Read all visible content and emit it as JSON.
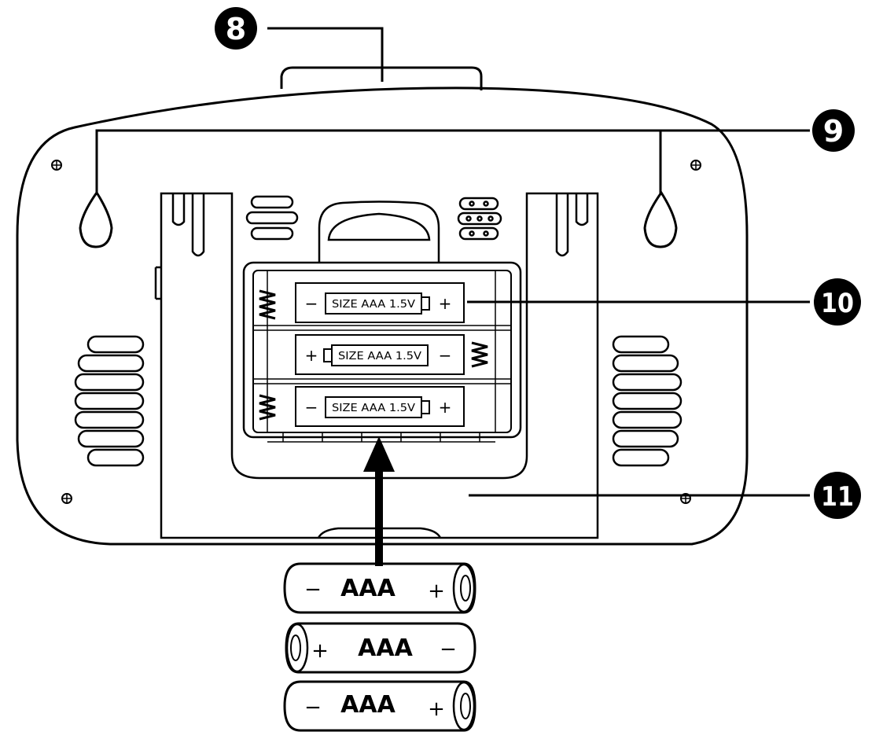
{
  "callouts": [
    {
      "id": "c8",
      "number": "8"
    },
    {
      "id": "c9",
      "number": "9"
    },
    {
      "id": "c10",
      "number": "10"
    },
    {
      "id": "c11",
      "number": "11"
    }
  ],
  "compartment_slots": [
    {
      "label": "SIZE AAA 1.5V",
      "left_sign": "−",
      "right_sign": "+"
    },
    {
      "label": "SIZE AAA 1.5V",
      "left_sign": "+",
      "right_sign": "−"
    },
    {
      "label": "SIZE AAA 1.5V",
      "left_sign": "−",
      "right_sign": "+"
    }
  ],
  "batteries": [
    {
      "label": "AAA",
      "left_sign": "−",
      "right_sign": "+"
    },
    {
      "label": "AAA",
      "left_sign": "+",
      "right_sign": "−"
    },
    {
      "label": "AAA",
      "left_sign": "−",
      "right_sign": "+"
    }
  ]
}
